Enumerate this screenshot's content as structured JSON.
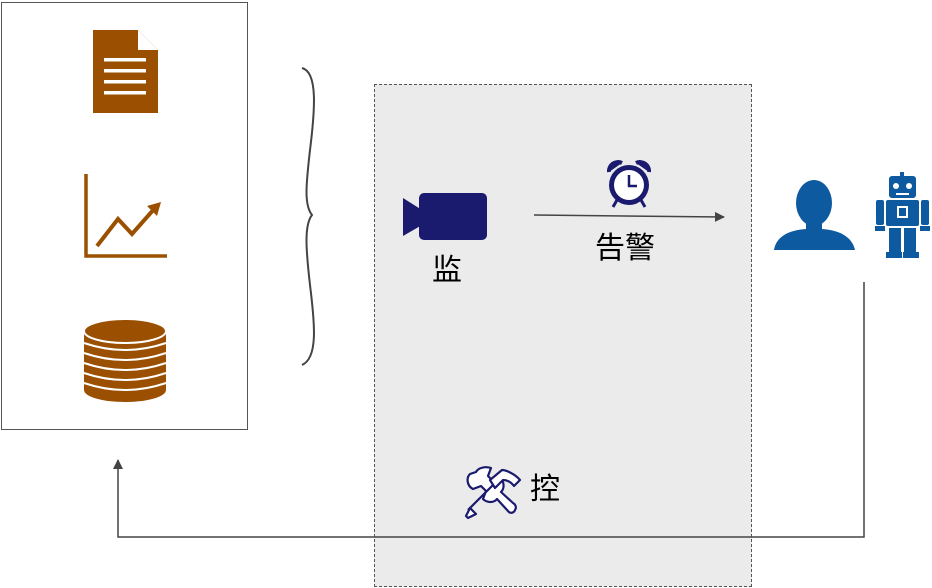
{
  "labels": {
    "monitor": "监",
    "alert": "告警",
    "control": "控"
  },
  "colors": {
    "source_icons": "#9a5000",
    "monitor_icons": "#1a1a6e",
    "responder_icons": "#0d5aa0",
    "zone_fill": "#ebebeb",
    "lines": "#555555"
  },
  "icons": {
    "sources": [
      "document-icon",
      "trend-chart-icon",
      "database-icon"
    ],
    "monitor": "video-camera-icon",
    "alert": "alarm-clock-icon",
    "responders": [
      "person-icon",
      "robot-icon"
    ],
    "control": "tools-icon"
  }
}
